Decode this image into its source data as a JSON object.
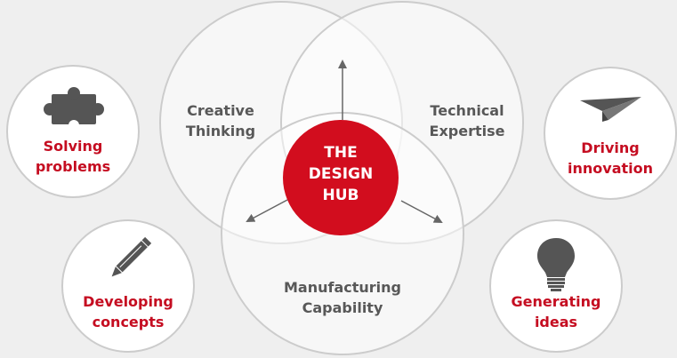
{
  "hub": {
    "lines": [
      "THE",
      "DESIGN",
      "HUB"
    ]
  },
  "circles": {
    "creative": {
      "lines": [
        "Creative",
        "Thinking"
      ]
    },
    "technical": {
      "lines": [
        "Technical",
        "Expertise"
      ]
    },
    "manufacturing": {
      "lines": [
        "Manufacturing",
        "Capability"
      ]
    }
  },
  "satellites": {
    "solving": {
      "icon": "puzzle-piece-icon",
      "lines": [
        "Solving",
        "problems"
      ]
    },
    "developing": {
      "icon": "pencil-icon",
      "lines": [
        "Developing",
        "concepts"
      ]
    },
    "driving": {
      "icon": "paper-plane-icon",
      "lines": [
        "Driving",
        "innovation"
      ]
    },
    "generating": {
      "icon": "light-bulb-icon",
      "lines": [
        "Generating",
        "ideas"
      ]
    }
  },
  "colors": {
    "background": "#efefef",
    "accent": "#c50d21",
    "text": "#585858",
    "outline": "#cccccc",
    "icon": "#555555"
  }
}
